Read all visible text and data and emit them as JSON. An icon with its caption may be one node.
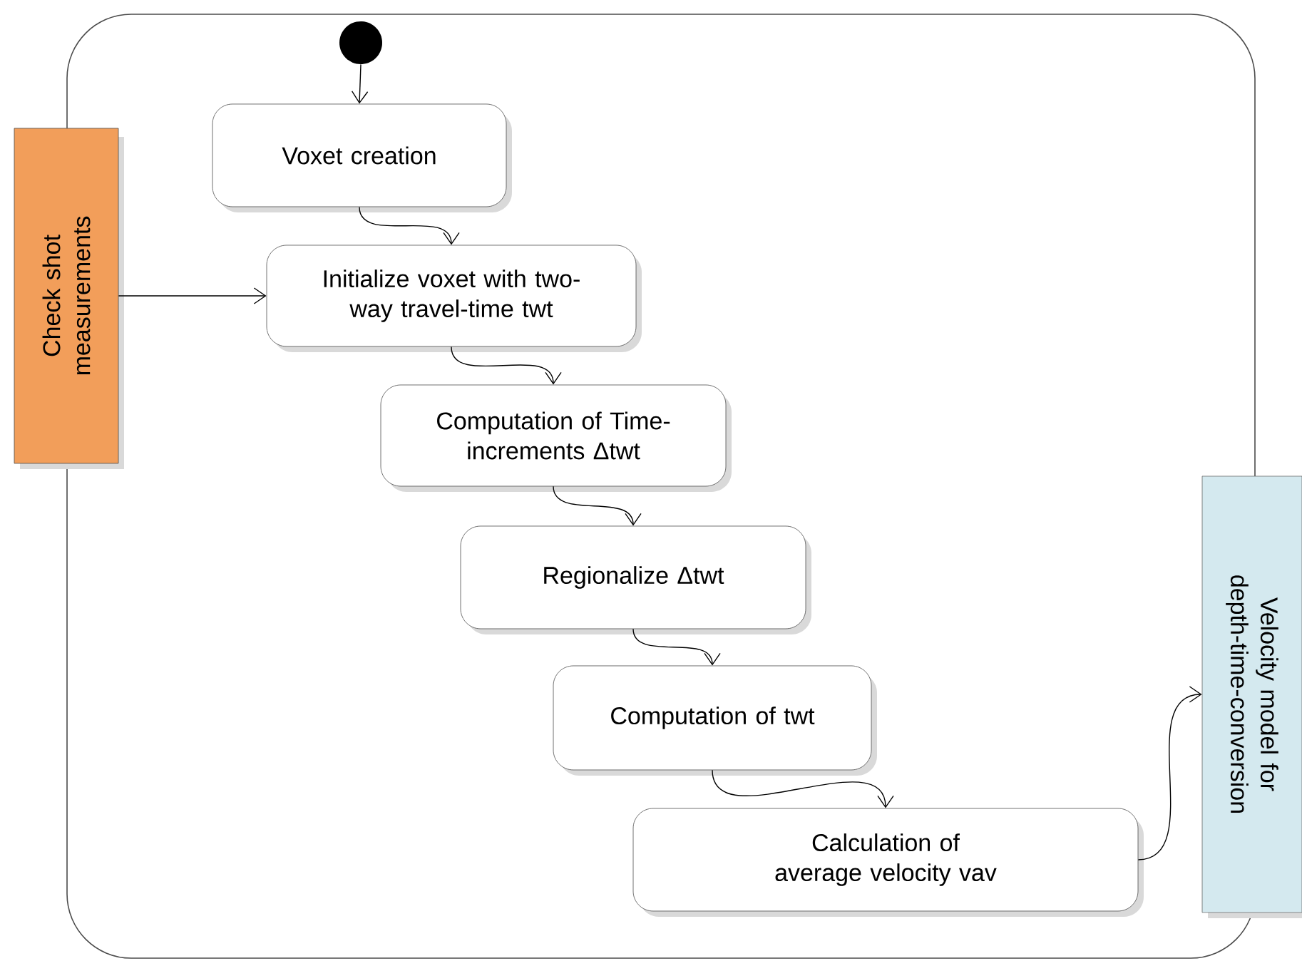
{
  "diagram": {
    "nodes": [
      {
        "text": [],
        "shape": "box"
      },
      {
        "text": [],
        "shape": "circle",
        "in": 0
      },
      {
        "text": [
          "Voxet creation"
        ],
        "in": 0
      },
      {
        "text": [
          "Initialize voxet with two-way travel-time twt"
        ],
        "in": 0
      },
      {
        "text": [
          "Computation of Time-increments Δtwt"
        ],
        "in": 0
      },
      {
        "text": [
          "Regionalize Δtwt"
        ],
        "in": 0
      },
      {
        "text": [
          "Computation of twt"
        ],
        "in": 0
      },
      {
        "text": [
          "Calculation of average velocity vav"
        ],
        "in": 0
      },
      {
        "text": [
          "Check shot measurements"
        ]
      },
      {
        "text": [
          "Velocity model for depth-time-conversion"
        ]
      }
    ],
    "edges": [
      {
        "from": 1,
        "to": 2,
        "arrow": "to"
      },
      {
        "from": 2,
        "to": 3,
        "arrow": "to"
      },
      {
        "from": 3,
        "to": 4,
        "arrow": "to"
      },
      {
        "from": 4,
        "to": 5,
        "arrow": "to"
      },
      {
        "from": 5,
        "to": 6,
        "arrow": "to"
      },
      {
        "from": 6,
        "to": 7,
        "arrow": "to"
      },
      {
        "from": 8,
        "to": 3,
        "arrow": "to"
      },
      {
        "from": 7,
        "to": 9,
        "arrow": "to"
      }
    ]
  }
}
